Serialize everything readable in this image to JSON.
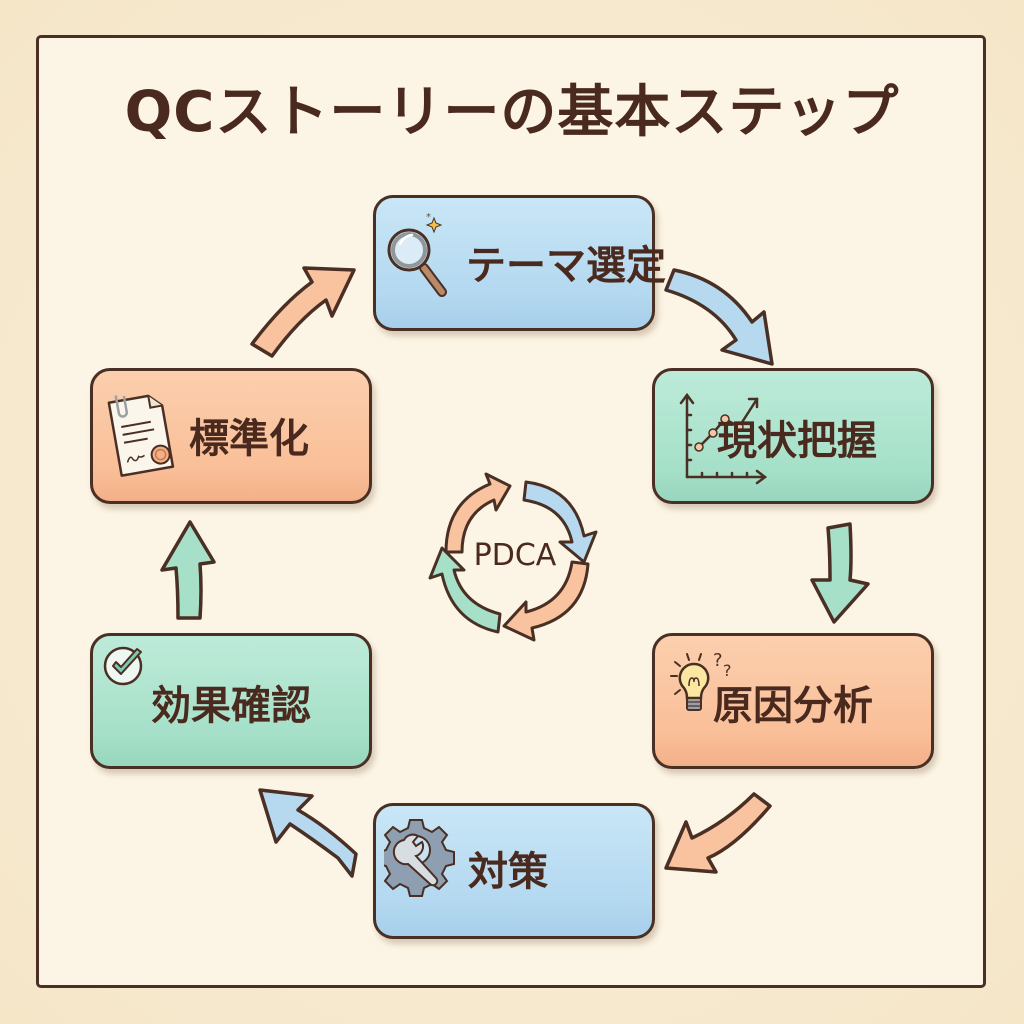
{
  "title": "QCストーリーの基本ステップ",
  "center_label": "PDCA",
  "colors": {
    "outline": "#4a2f24",
    "text": "#4a2a1e",
    "blue": "#b3d8f0",
    "green": "#a6e0c9",
    "orange": "#f9bf98",
    "background": "#fcf4e4"
  },
  "steps": [
    {
      "label": "テーマ選定",
      "icon": "magnifier-icon",
      "color": "blue"
    },
    {
      "label": "現状把握",
      "icon": "line-chart-icon",
      "color": "green"
    },
    {
      "label": "原因分析",
      "icon": "lightbulb-icon",
      "color": "orange"
    },
    {
      "label": "対策",
      "icon": "gear-wrench-icon",
      "color": "blue"
    },
    {
      "label": "効果確認",
      "icon": "check-circle-icon",
      "color": "green"
    },
    {
      "label": "標準化",
      "icon": "document-icon",
      "color": "orange"
    }
  ],
  "flow_arrows": [
    {
      "from": "テーマ選定",
      "to": "現状把握",
      "color": "blue"
    },
    {
      "from": "現状把握",
      "to": "原因分析",
      "color": "green"
    },
    {
      "from": "原因分析",
      "to": "対策",
      "color": "orange"
    },
    {
      "from": "対策",
      "to": "効果確認",
      "color": "blue"
    },
    {
      "from": "効果確認",
      "to": "標準化",
      "color": "green"
    },
    {
      "from": "標準化",
      "to": "テーマ選定",
      "color": "orange"
    }
  ],
  "cycle_arrows": [
    "orange",
    "blue",
    "orange",
    "green"
  ]
}
